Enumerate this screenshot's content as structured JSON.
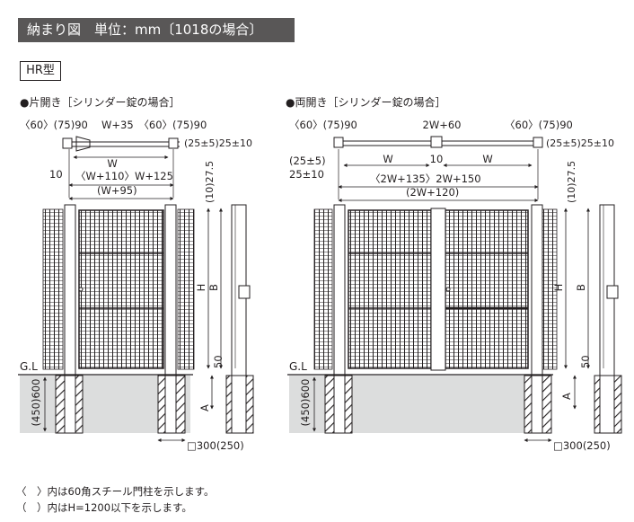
{
  "header": {
    "title": "納まり図　単位：mm〔1018の場合〕",
    "type_label": "HR型"
  },
  "single": {
    "title": "●片開き［シリンダー錠の場合］",
    "top_dims": "〈60〉(75)90　 W+35　〈60〉(75)90",
    "right_dims": "(25±5)25±10",
    "gap": "10",
    "w": "W",
    "span_line1": "〈W+110〉W+125",
    "span_line2": "(W+95)",
    "side_dim": "(10)27.5",
    "h": "H",
    "b": "B",
    "dim50": "50",
    "a": "A",
    "gl": "G.L",
    "depth": "(450)600",
    "post_size": "□300(250)"
  },
  "double": {
    "title": "●両開き［シリンダー錠の場合］",
    "top_left": "〈60〉(75)90",
    "top_mid": "2W+60",
    "top_right": "〈60〉(75)90",
    "right_dims": "(25±5)25±10",
    "left_dim1": "(25±5)",
    "left_dim2": "25±10",
    "w_left": "W",
    "gap": "10",
    "w_right": "W",
    "span_line1": "〈2W+135〉2W+150",
    "span_line2": "(2W+120)",
    "side_dim": "(10)27.5",
    "h": "H",
    "b": "B",
    "dim50": "50",
    "a": "A",
    "gl": "G.L",
    "depth": "(450)600",
    "post_size": "□300(250)"
  },
  "notes": [
    "〈　〉内は60角スチール門柱を示します。",
    "（　）内はH=1200以下を示します。"
  ]
}
